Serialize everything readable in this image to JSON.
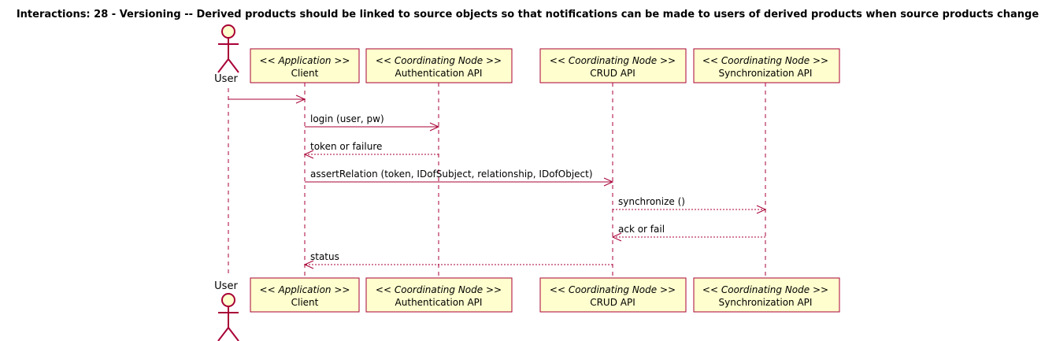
{
  "title": "Interactions: 28 - Versioning -- Derived products should be linked to source objects so that notifications can be made to users of derived products when source products change",
  "colors": {
    "line": "#A80036",
    "box_fill": "#FEFECE",
    "actor_fill": "#FEFECE",
    "text": "#000000"
  },
  "actor": {
    "name": "User"
  },
  "participants": [
    {
      "id": "client",
      "stereotype": "Application",
      "name": "Client"
    },
    {
      "id": "auth",
      "stereotype": "Coordinating Node",
      "name": "Authentication API"
    },
    {
      "id": "crud",
      "stereotype": "Coordinating Node",
      "name": "CRUD API"
    },
    {
      "id": "sync",
      "stereotype": "Coordinating Node",
      "name": "Synchronization API"
    }
  ],
  "messages": [
    {
      "from": "user",
      "to": "client",
      "label": "",
      "style": "solid"
    },
    {
      "from": "client",
      "to": "auth",
      "label": "login (user, pw)",
      "style": "solid"
    },
    {
      "from": "auth",
      "to": "client",
      "label": "token or failure",
      "style": "dotted"
    },
    {
      "from": "client",
      "to": "crud",
      "label": "assertRelation (token, IDofSubject, relationship, IDofObject)",
      "style": "solid"
    },
    {
      "from": "crud",
      "to": "sync",
      "label": "synchronize ()",
      "style": "dotted"
    },
    {
      "from": "sync",
      "to": "crud",
      "label": "ack or fail",
      "style": "dotted"
    },
    {
      "from": "crud",
      "to": "client",
      "label": "status",
      "style": "dotted"
    }
  ]
}
